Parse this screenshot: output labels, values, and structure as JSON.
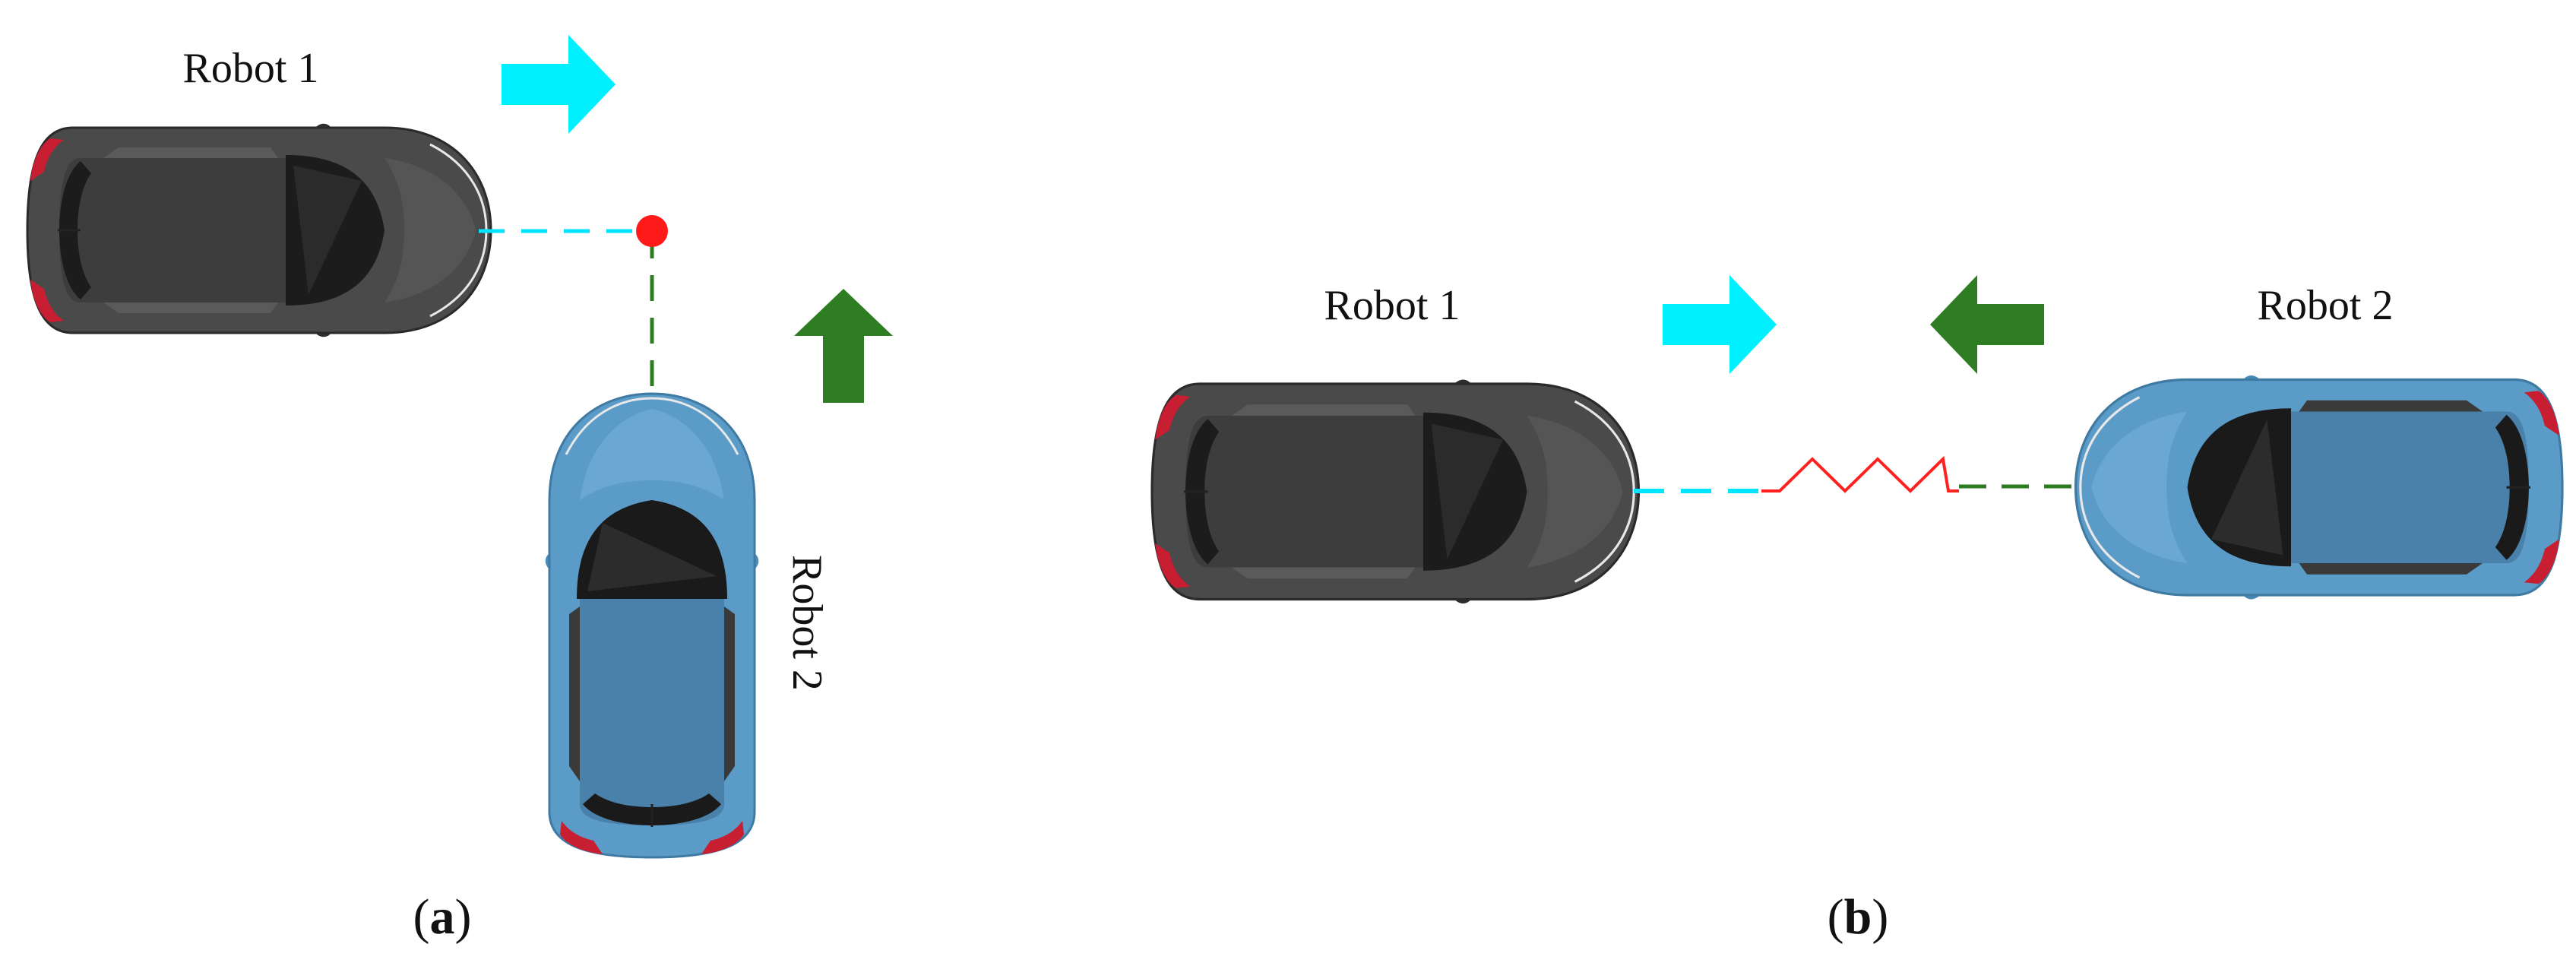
{
  "panel_a": {
    "robot1_label": "Robot 1",
    "robot2_label": "Robot 2",
    "caption_letter": "a"
  },
  "panel_b": {
    "robot1_label": "Robot 1",
    "robot2_label": "Robot 2",
    "caption_letter": "b"
  },
  "colors": {
    "robot1_body": "#4a4a4a",
    "robot2_body": "#5b9bc8",
    "robot1_arrow": "#00f0ff",
    "robot2_arrow": "#2e7d23",
    "meeting_point": "#ff1a1a",
    "spring": "#ff2020"
  },
  "icons": {
    "robot1": "dark-car-topview-icon",
    "robot2": "blue-car-topview-icon",
    "robot1_direction": "right-arrow-icon",
    "robot2_direction_a": "up-arrow-icon",
    "robot2_direction_b": "left-arrow-icon",
    "meeting_point": "red-dot-icon",
    "coupling": "spring-icon"
  }
}
